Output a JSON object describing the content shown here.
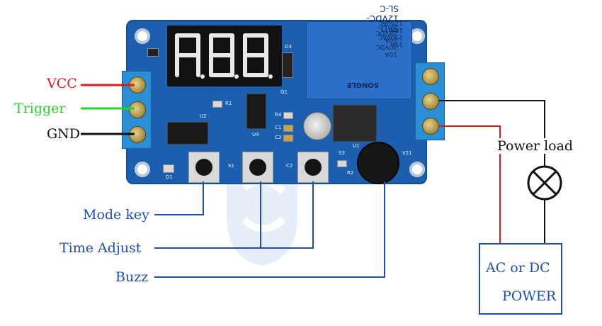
{
  "labels": {
    "vcc": "VCC",
    "trigger": "Trigger",
    "gnd": "GND",
    "mode_key": "Mode key",
    "time_adjust": "Time Adjust",
    "buzz": "Buzz",
    "power_load": "Power load",
    "power_line1": "AC or DC",
    "power_line2": "POWER"
  },
  "relay": {
    "model": "SRD-12VDC-SL-C",
    "rating1": "10A 250VAC  10A 125VAC",
    "rating2": "10A 30VDC  10A 28VDC",
    "brand": "SONGLE"
  },
  "silkscreen": {
    "d1": "D1",
    "d3": "D3",
    "s1": "S1",
    "s2": "C2",
    "s3": "S3",
    "u1": "U1",
    "u2": "U2",
    "u4": "U4",
    "r1": "R1",
    "r2": "R2",
    "r4": "R4",
    "c1": "C1",
    "c3": "C3",
    "q1": "Q1",
    "v21": "V21"
  },
  "colors": {
    "vcc_wire": "#e01b1b",
    "trigger_wire": "#2ccf2c",
    "gnd_wire": "#111111",
    "callout_line": "#1f4fb3",
    "load_wire_red": "#e01b1b",
    "load_wire_black": "#111111",
    "pcb": "#1b5fae",
    "terminal": "#2a8fd4"
  },
  "icons": {
    "lamp": "lamp-cross-icon",
    "watermark": "watermark-logo"
  }
}
